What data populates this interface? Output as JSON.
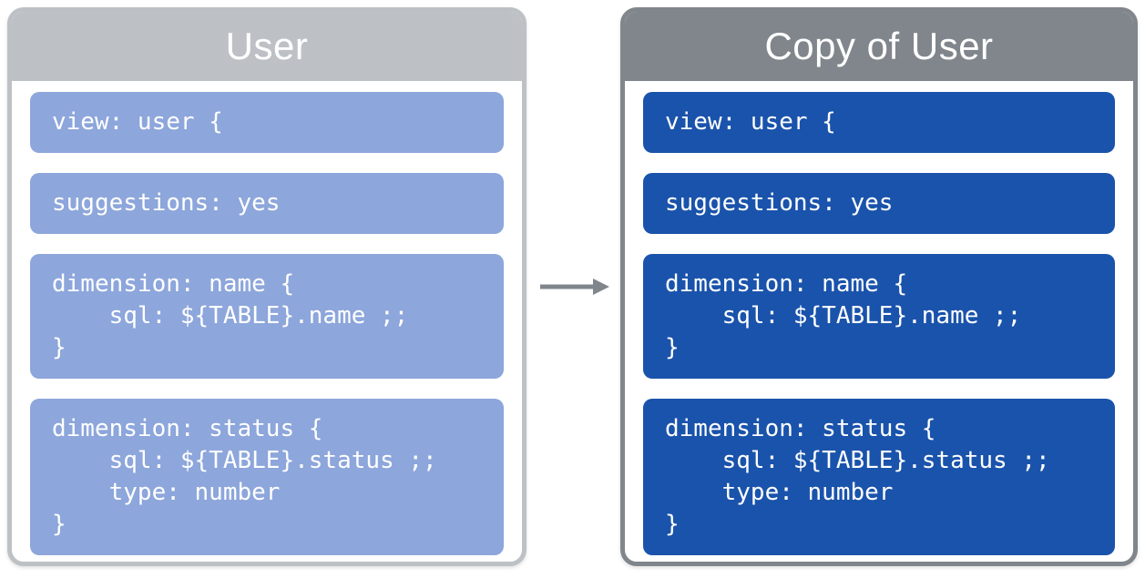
{
  "panels": [
    {
      "title": "User",
      "header_color": "#BDC1C6",
      "border_color": "#BDC1C6",
      "block_color": "#8DA6DB",
      "text_color": "#FFFFFF",
      "blocks": [
        {
          "code": "view: user {"
        },
        {
          "code": "suggestions: yes"
        },
        {
          "code": "dimension: name {\n    sql: ${TABLE}.name ;;\n}"
        },
        {
          "code": "dimension: status {\n    sql: ${TABLE}.status ;;\n    type: number\n}"
        }
      ]
    },
    {
      "title": "Copy of User",
      "header_color": "#80868B",
      "border_color": "#80868B",
      "block_color": "#1A53AB",
      "text_color": "#FFFFFF",
      "blocks": [
        {
          "code": "view: user {"
        },
        {
          "code": "suggestions: yes"
        },
        {
          "code": "dimension: name {\n    sql: ${TABLE}.name ;;\n}"
        },
        {
          "code": "dimension: status {\n    sql: ${TABLE}.status ;;\n    type: number\n}"
        }
      ]
    }
  ],
  "arrow": {
    "name": "copy-arrow",
    "direction": "right",
    "color": "#80868B"
  }
}
